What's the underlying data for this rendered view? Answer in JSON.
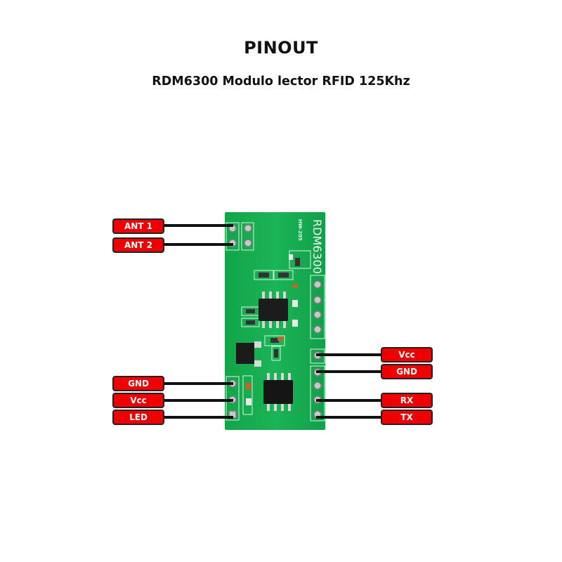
{
  "header": {
    "title": "PINOUT",
    "subtitle": "RDM6300 Modulo lector RFID 125Khz"
  },
  "board": {
    "silkscreen_name": "RDM6300",
    "silkscreen_model": "HW-205",
    "pcb_color": "#16a34a"
  },
  "pins": {
    "left": [
      {
        "label": "ANT 1"
      },
      {
        "label": "ANT 2"
      },
      {
        "label": "GND"
      },
      {
        "label": "Vcc"
      },
      {
        "label": "LED"
      }
    ],
    "right": [
      {
        "label": "Vcc"
      },
      {
        "label": "GND"
      },
      {
        "label": "RX"
      },
      {
        "label": "TX"
      }
    ]
  },
  "colors": {
    "label_bg": "#ee0000",
    "label_border": "#222222",
    "wire": "#111111"
  }
}
